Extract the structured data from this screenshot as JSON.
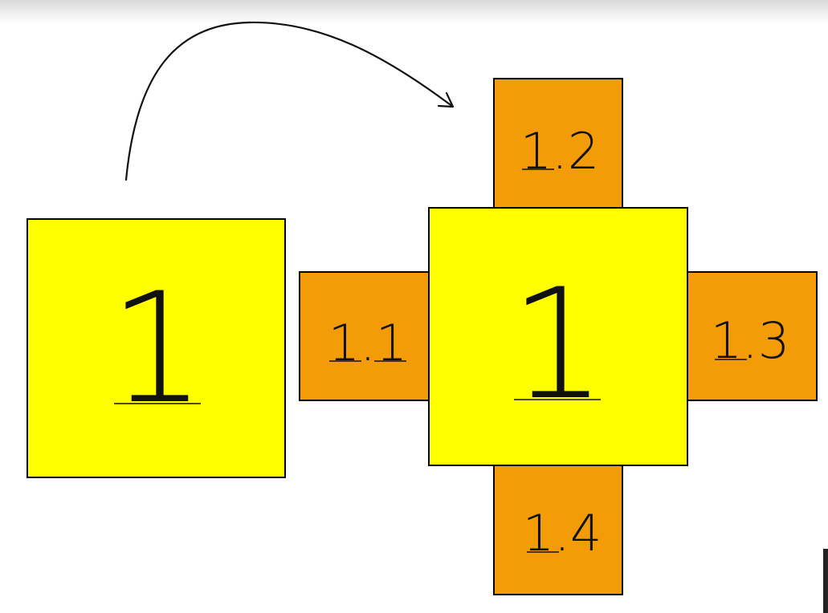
{
  "colors": {
    "primary_square": "#ffff00",
    "sub_square": "#f39c07",
    "stroke": "#000000",
    "arrow": "#111111"
  },
  "source": {
    "label": "1"
  },
  "arrow": {
    "icon": "curved-arrow-icon"
  },
  "target": {
    "center_label": "1",
    "subsquares": [
      {
        "id": "left",
        "label": "1.1"
      },
      {
        "id": "top",
        "label": "1.2"
      },
      {
        "id": "right",
        "label": "1.3"
      },
      {
        "id": "bottom",
        "label": "1.4"
      }
    ]
  }
}
